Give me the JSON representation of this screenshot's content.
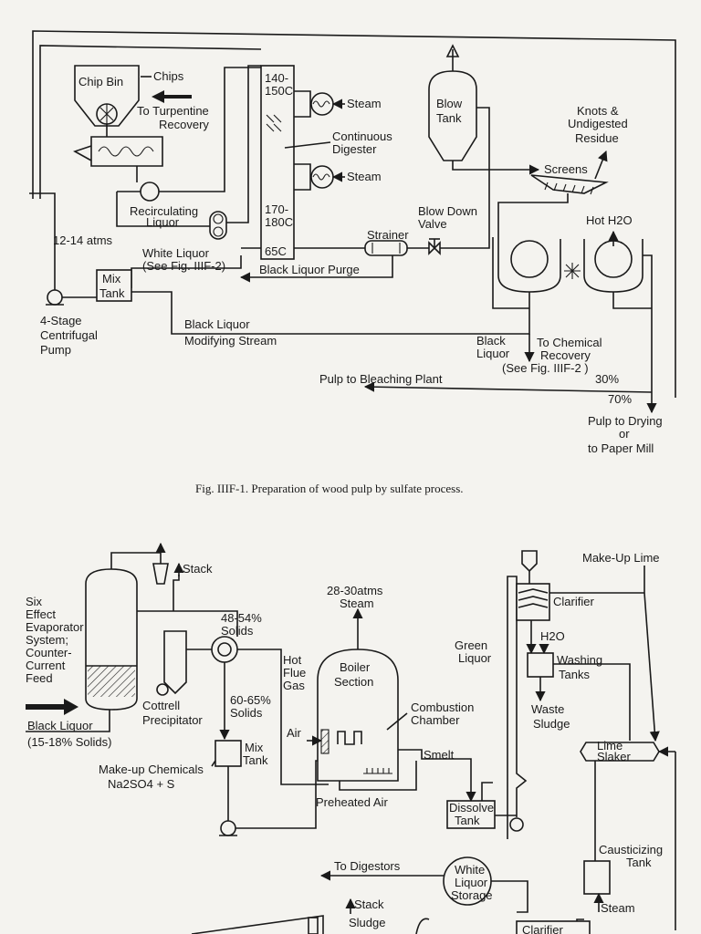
{
  "fig1": {
    "chip_bin": "Chip Bin",
    "chips": "Chips",
    "turpentine": [
      "To Turpentine",
      "Recovery"
    ],
    "temp_top": [
      "140-",
      "150C"
    ],
    "temp_mid": [
      "170-",
      "180C"
    ],
    "temp_bot": "65C",
    "steam1": "Steam",
    "steam2": "Steam",
    "digester": [
      "Continuous",
      "Digester"
    ],
    "blow_tank": [
      "Blow",
      "Tank"
    ],
    "knots": [
      "Knots &",
      "Undigested",
      "Residue"
    ],
    "screens": "Screens",
    "recirc": [
      "Recirculating",
      "Liquor"
    ],
    "pressure": "12-14 atms",
    "white_liquor": [
      "White Liquor",
      "(See Fig. IIIF-2)"
    ],
    "black_purge": "Black Liquor Purge",
    "strainer": "Strainer",
    "blow_down": [
      "Blow Down",
      "Valve"
    ],
    "hot_water": "Hot H2O",
    "mix_tank": [
      "Mix",
      "Tank"
    ],
    "pump": [
      "4-Stage",
      "Centrifugal",
      "Pump"
    ],
    "black_mod": [
      "Black Liquor",
      "Modifying Stream"
    ],
    "black_liquor": [
      "Black",
      "Liquor"
    ],
    "chem_recovery": [
      "To Chemical",
      "Recovery",
      "(See Fig. IIIF-2 )"
    ],
    "bleach": "Pulp to Bleaching Plant",
    "pct30": "30%",
    "pct70": "70%",
    "drying": [
      "Pulp to Drying",
      "or",
      "to Paper Mill"
    ],
    "caption": "Fig. IIIF-1.  Preparation of wood pulp by sulfate process."
  },
  "fig2": {
    "stack1": "Stack",
    "evaporator": [
      "Six",
      "Effect",
      "Evaporator",
      "System;",
      "Counter-",
      "Current",
      "Feed"
    ],
    "black_liquor": [
      "Black Liquor",
      "(15-18% Solids)"
    ],
    "solids1": [
      "48-54%",
      "Solids"
    ],
    "cottrell": [
      "Cottrell",
      "Precipitator"
    ],
    "solids2": [
      "60-65%",
      "Solids"
    ],
    "mix_tank": [
      "Mix",
      "Tank"
    ],
    "makeup_chem": [
      "Make-up Chemicals",
      "Na2SO4 + S"
    ],
    "hot_flue": [
      "Hot",
      "Flue",
      "Gas"
    ],
    "steam_top": [
      "28-30atms",
      "Steam"
    ],
    "boiler": [
      "Boiler",
      "Section"
    ],
    "combustion": [
      "Combustion",
      "Chamber"
    ],
    "air": "Air",
    "smelt": "Smelt",
    "preheated": "Preheated Air",
    "green": [
      "Green",
      "Liquor"
    ],
    "dissolve": [
      "Dissolve",
      "Tank"
    ],
    "makeup_lime": "Make-Up Lime",
    "clarifier": "Clarifier",
    "h2o": "H2O",
    "washing": [
      "Washing",
      "Tanks"
    ],
    "waste": [
      "Waste",
      "Sludge"
    ],
    "slaker": [
      "Lime",
      "Slaker"
    ],
    "causticizing": [
      "Causticizing",
      "Tank"
    ],
    "steam_bot": "Steam",
    "to_digestors": "To Digestors",
    "white_storage": [
      "White",
      "Liquor",
      "Storage"
    ],
    "stack2": "Stack",
    "sludge": "Sludge",
    "clarifier2": "Clarifier"
  }
}
